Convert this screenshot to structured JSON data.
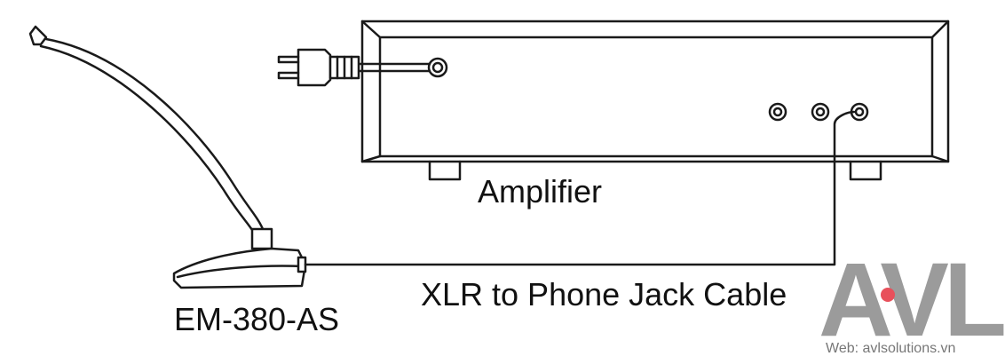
{
  "labels": {
    "amplifier": "Amplifier",
    "cable": "XLR to Phone Jack Cable",
    "microphone": "EM-380-AS"
  },
  "logo": {
    "wordmark": "AVL",
    "website": "Web: avlsolutions.vn",
    "colors": {
      "mark": "#9b9b9b",
      "dot": "#e8505b"
    }
  },
  "colors": {
    "line": "#1a1a1a",
    "background": "#ffffff"
  }
}
